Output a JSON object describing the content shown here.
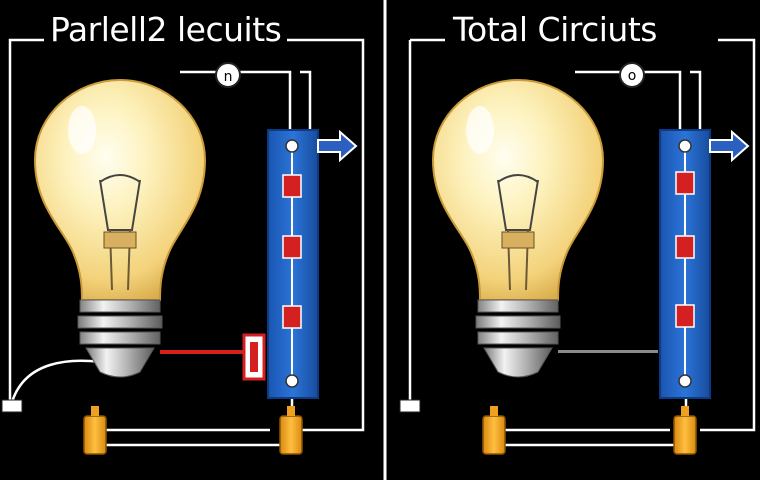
{
  "panels": [
    {
      "title": "Parlell2 lecuits",
      "meter_label": "n",
      "connector_color": "#d42020"
    },
    {
      "title": "Total Circiuts",
      "meter_label": "o",
      "connector_color": "#8a8a8a"
    }
  ],
  "colors": {
    "background": "#000000",
    "wire": "#ffffff",
    "board": "#1f66c8",
    "resistor": "#d42020",
    "capacitor": "#f0a020",
    "bulb_glass": "#fbe9a0",
    "bulb_base": "#b8b8b8",
    "arrow": "#2b5fc0"
  },
  "icons": [
    "lightbulb-icon",
    "meter-icon",
    "arrow-right-icon",
    "resistor-icon",
    "capacitor-icon"
  ]
}
